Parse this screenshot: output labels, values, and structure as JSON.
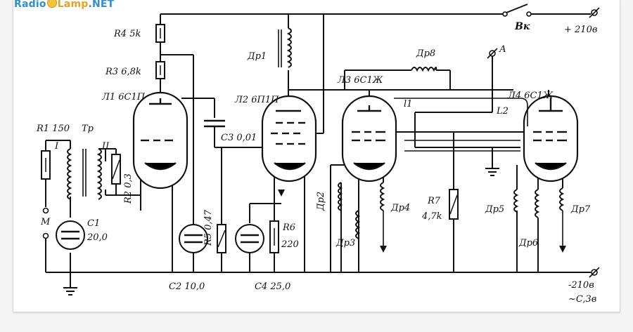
{
  "logo": {
    "part1": "Radio",
    "part2": "Lamp",
    "part3": ".NET"
  },
  "labels": {
    "r4": "R4 5k",
    "r3": "R3 6,8k",
    "l1": "Л1 6С1П",
    "r1": "R1 150",
    "tr": "Тр",
    "w1": "I",
    "w2": "II",
    "r2": "R2 0,3",
    "m": "М",
    "c1": "C1",
    "c1v": "20,0",
    "c2": "C2 10,0",
    "r5": "R5 0,47",
    "c3": "C3 0,01",
    "dr1": "Др1",
    "l2": "Л2 6П1П",
    "r6": "R6",
    "r6v": "220",
    "c4": "C4 25,0",
    "l3": "Л3 6С1Ж",
    "dr8": "Др8",
    "a": "А",
    "l1line": "l1",
    "l2line": "L2",
    "dr2": "Др2",
    "dr3": "Др3",
    "dr4": "Др4",
    "r7": "R7",
    "r7v": "4,7k",
    "l4": "Л4 6С1Ж",
    "dr5": "Др5",
    "dr6": "Др6",
    "dr7": "Др7",
    "vk": "Вк",
    "plus": "+ 210в",
    "minus": "-210в",
    "neg": "~C,3в"
  }
}
